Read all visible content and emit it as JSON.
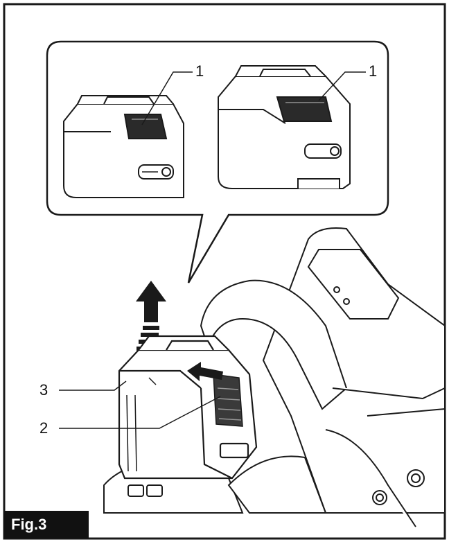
{
  "figure": {
    "tag": "Fig.3",
    "callouts": [
      {
        "id": "1a",
        "text": "1"
      },
      {
        "id": "1b",
        "text": "1"
      },
      {
        "id": "2",
        "text": "2"
      },
      {
        "id": "3",
        "text": "3"
      }
    ]
  },
  "colors": {
    "line": "#1a1a1a",
    "fill": "#ffffff",
    "grey": "#8a8a8a",
    "tag_bg": "#111111"
  },
  "icons": [
    "battery-cartridge-icon",
    "release-button-icon",
    "arrow-up-icon",
    "arrow-push-icon",
    "chainsaw-icon"
  ]
}
